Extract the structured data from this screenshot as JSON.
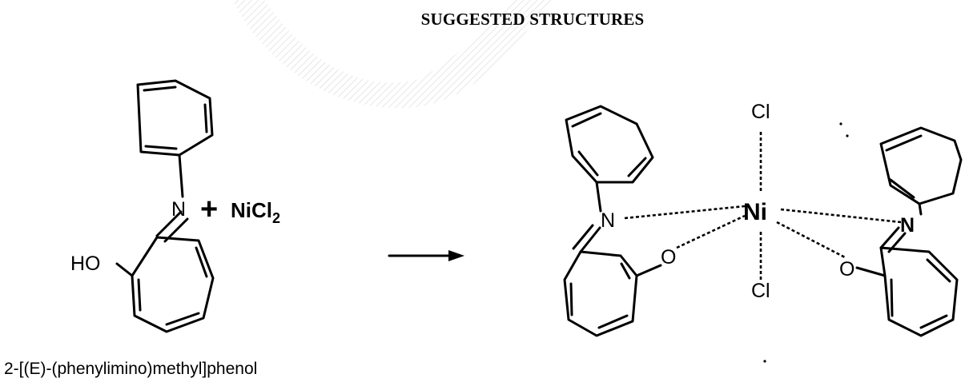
{
  "heading": "SUGGESTED STRUCTURES",
  "reactant": {
    "atoms": {
      "n": "N",
      "ho": "HO"
    },
    "plus": "+",
    "reagent": "NiCl",
    "reagent_subscript": "2",
    "name": "2-[(E)-(phenylimino)methyl]phenol"
  },
  "product": {
    "atoms": {
      "cl_top": "Cl",
      "ni": "Ni",
      "cl_bottom": "Cl",
      "n_left": "N",
      "o_left": "O",
      "n_right": "N",
      "o_right": "O"
    }
  },
  "colors": {
    "ink": "#000000",
    "watermark": "#e9e9e9"
  }
}
